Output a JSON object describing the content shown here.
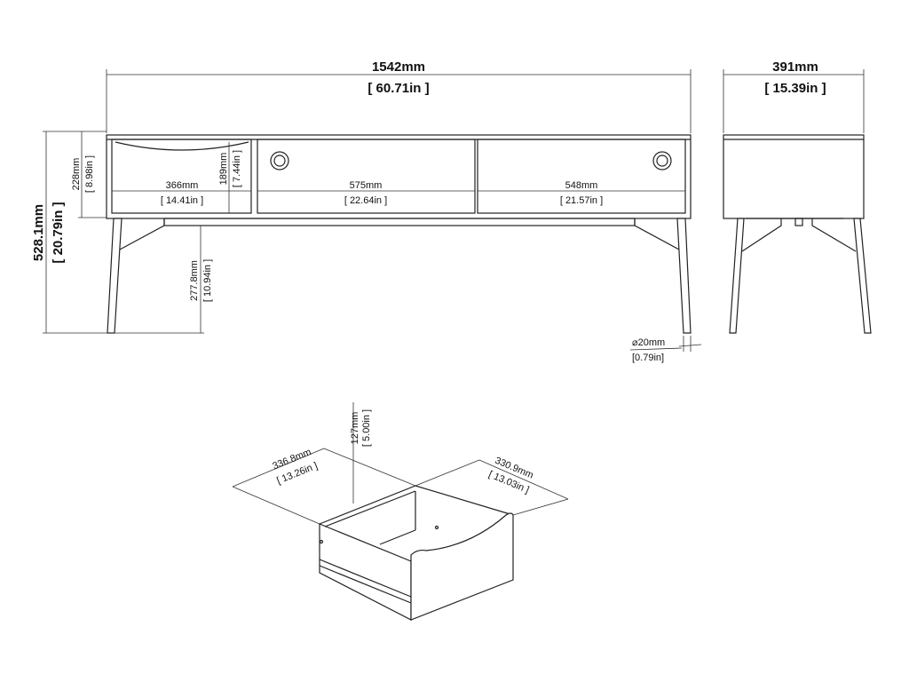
{
  "front_view": {
    "width": {
      "mm": "1542mm",
      "in": "[ 60.71in ]"
    },
    "height": {
      "mm": "528.1mm",
      "in": "[ 20.79in ]"
    },
    "body_height": {
      "mm": "228mm",
      "in": "[ 8.98in ]"
    },
    "drawer_height": {
      "mm": "189mm",
      "in": "[ 7.44in ]"
    },
    "left_compartment": {
      "mm": "366mm",
      "in": "[ 14.41in ]"
    },
    "middle_compartment": {
      "mm": "575mm",
      "in": "[ 22.64in ]"
    },
    "right_compartment": {
      "mm": "548mm",
      "in": "[ 21.57in ]"
    },
    "floor_clearance": {
      "mm": "277.8mm",
      "in": "[ 10.94in ]"
    },
    "leg_diameter": {
      "mm": "⌀20mm",
      "in": "[0.79in]"
    }
  },
  "side_view": {
    "depth": {
      "mm": "391mm",
      "in": "[ 15.39in ]"
    }
  },
  "drawer_view": {
    "height": {
      "mm": "127mm",
      "in": "[ 5.00in ]"
    },
    "depth": {
      "mm": "336.8mm",
      "in": "[ 13.26in ]"
    },
    "width": {
      "mm": "330.9mm",
      "in": "[ 13.03in ]"
    }
  }
}
